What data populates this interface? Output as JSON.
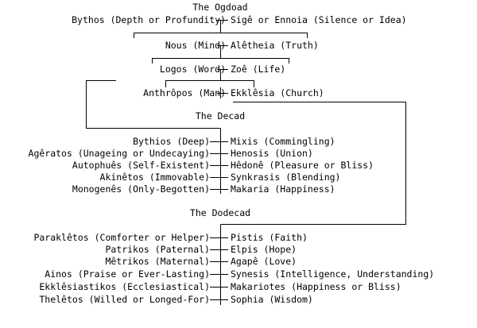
{
  "ogdoad": {
    "title": "The Ogdoad",
    "pairs": [
      {
        "left": "Bythos (Depth or Profundity)",
        "right": "Sigê or Ennoia (Silence or Idea)"
      },
      {
        "left": "Nous (Mind)",
        "right": "Alêtheia (Truth)"
      },
      {
        "left": "Logos (Word)",
        "right": "Zoê (Life)"
      },
      {
        "left": "Anthrôpos (Man)",
        "right": "Ekklêsia (Church)"
      }
    ]
  },
  "decad": {
    "title": "The Decad",
    "pairs": [
      {
        "left": "Bythios (Deep)",
        "right": "Mixis (Commingling)"
      },
      {
        "left": "Agêratos (Unageing or Undecaying)",
        "right": "Henosis (Union)"
      },
      {
        "left": "Autophuês (Self-Existent)",
        "right": "Hêdonê (Pleasure or Bliss)"
      },
      {
        "left": "Akinêtos (Immovable)",
        "right": "Synkrasis (Blending)"
      },
      {
        "left": "Monogenês (Only-Begotten)",
        "right": "Makaria (Happiness)"
      }
    ]
  },
  "dodecad": {
    "title": "The Dodecad",
    "pairs": [
      {
        "left": "Paraklêtos (Comforter or Helper)",
        "right": "Pistis (Faith)"
      },
      {
        "left": "Patrikos (Paternal)",
        "right": "Elpis (Hope)"
      },
      {
        "left": "Mêtrikos (Maternal)",
        "right": "Agapê (Love)"
      },
      {
        "left": "Ainos (Praise or Ever-Lasting)",
        "right": "Synesis (Intelligence, Understanding)"
      },
      {
        "left": "Ekklêsiastikos (Ecclesiastical)",
        "right": "Makariotes (Happiness or Bliss)"
      },
      {
        "left": "Thelêtos (Willed or Longed-For)",
        "right": "Sophia (Wisdom)"
      }
    ]
  },
  "colors": {
    "line": "#000000",
    "text": "#000000",
    "background": "#ffffff"
  }
}
